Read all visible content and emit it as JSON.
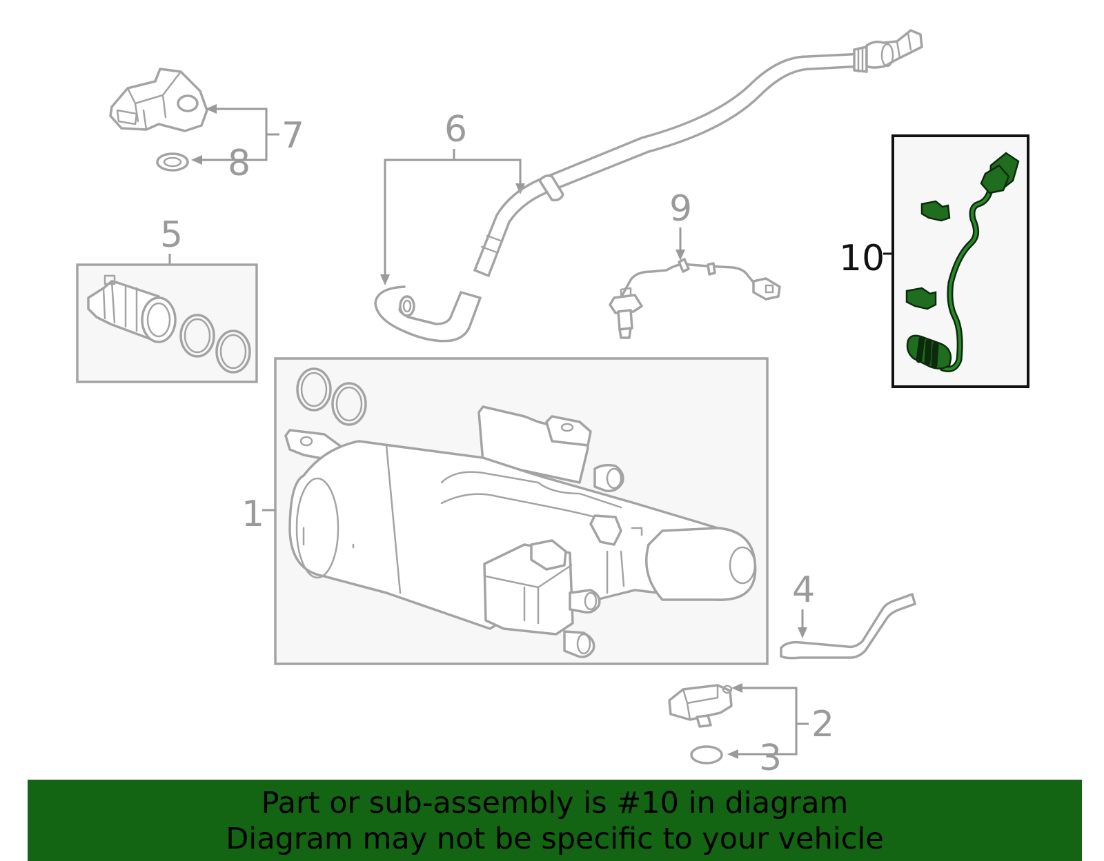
{
  "callouts": {
    "c1": "1",
    "c2": "2",
    "c3": "3",
    "c4": "4",
    "c5": "5",
    "c6": "6",
    "c7": "7",
    "c8": "8",
    "c9": "9",
    "c10": "10"
  },
  "highlighted_part": "10",
  "colors": {
    "highlight_part": "#1f6e1f",
    "banner_background": "#136413",
    "part_lines": "#a3a3a3"
  },
  "banner": {
    "line1": "Part or sub-assembly is #10 in diagram",
    "line2": "Diagram may not be specific to your vehicle"
  }
}
